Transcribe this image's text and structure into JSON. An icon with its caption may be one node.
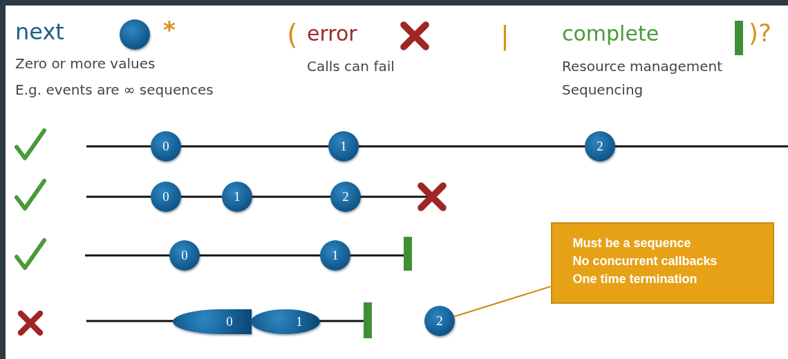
{
  "diagram": {
    "nodes": [
      {
        "text": [
          "0"
        ]
      },
      {
        "text": [
          "1"
        ]
      },
      {
        "text": [
          "2"
        ]
      },
      {
        "text": [
          "0"
        ]
      },
      {
        "text": [
          "1"
        ]
      },
      {
        "text": [
          "2"
        ]
      },
      {
        "text": [
          "Must be a sequence",
          "No concurrent callbacks",
          "One time termination"
        ]
      },
      {
        "text": [
          "0"
        ]
      },
      {
        "text": [
          "1"
        ]
      },
      {
        "text": [
          "0"
        ]
      },
      {
        "text": [
          "1"
        ]
      },
      {
        "text": [
          "2"
        ]
      }
    ],
    "edges": [
      {
        "from": 6,
        "to": 11,
        "arrow": "none"
      }
    ],
    "labels": [
      "next",
      "*",
      "(",
      "error",
      "|",
      "complete",
      ")?",
      "Zero or more values",
      "Calls can fail",
      "Resource management",
      "E.g. events are ∞ sequences",
      "Sequencing"
    ]
  }
}
